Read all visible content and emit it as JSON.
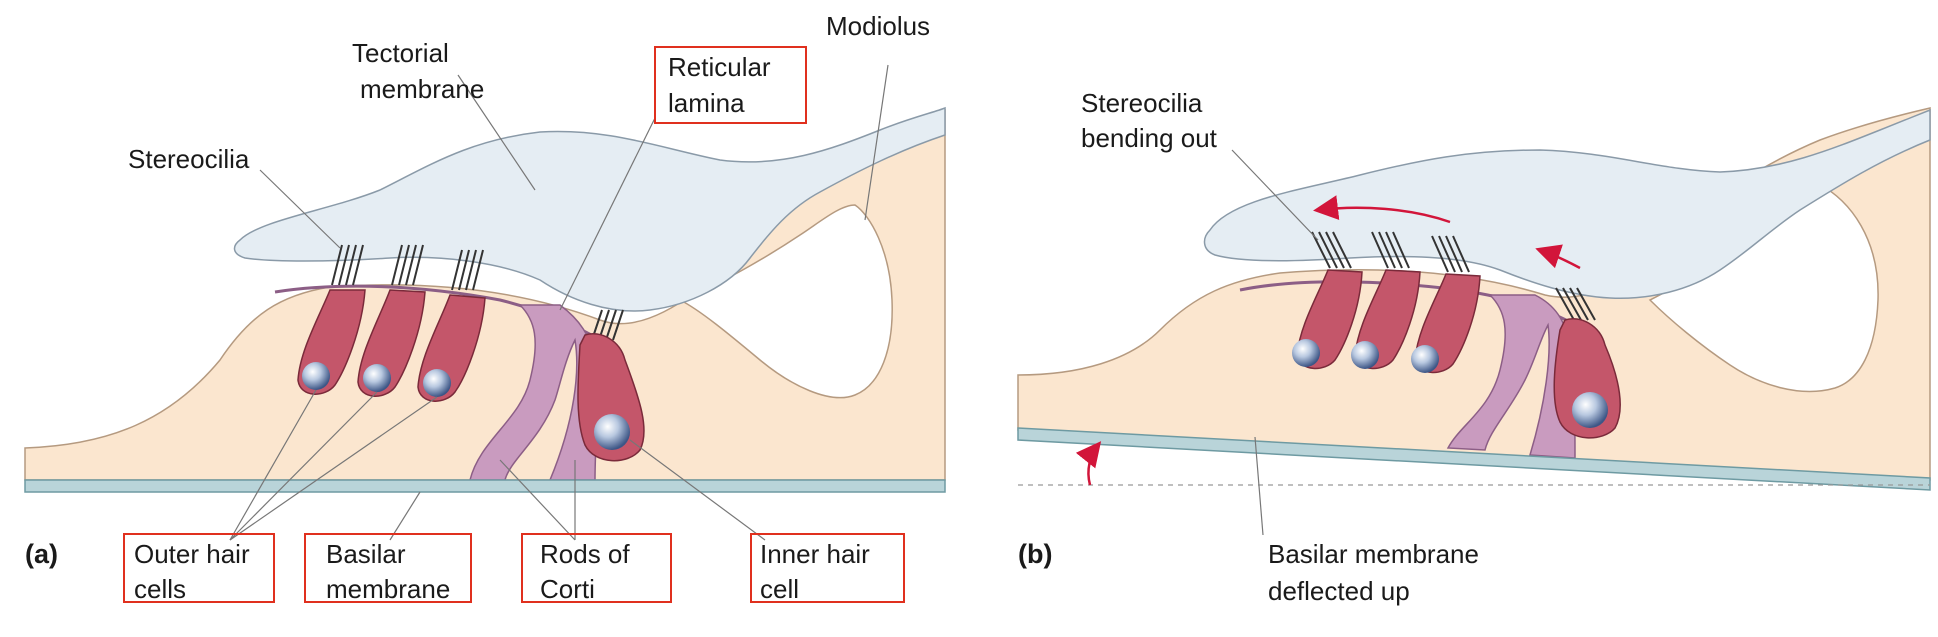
{
  "panel_a": {
    "panel_label": "(a)",
    "labels": {
      "tectorial_1": "Tectorial",
      "tectorial_2": "membrane",
      "reticular_1": "Reticular",
      "reticular_2": "lamina",
      "modiolus": "Modiolus",
      "stereocilia": "Stereocilia",
      "outer_1": "Outer hair",
      "outer_2": "cells",
      "basilar_1": "Basilar",
      "basilar_2": "membrane",
      "rods_1": "Rods of",
      "rods_2": "Corti",
      "inner_1": "Inner hair",
      "inner_2": "cell"
    }
  },
  "panel_b": {
    "panel_label": "(b)",
    "labels": {
      "stereo_1": "Stereocilia",
      "stereo_2": "bending out",
      "basilar_1": "Basilar membrane",
      "basilar_2": "deflected up"
    }
  },
  "colors": {
    "tissue": "#fbe6cf",
    "tectorial": "#e5edf3",
    "hair_cell": "#c4566a",
    "rods": "#c99bbf",
    "basilar": "#b9d4d9",
    "highlight_box": "#e0301e",
    "arrow": "#d2153a"
  }
}
